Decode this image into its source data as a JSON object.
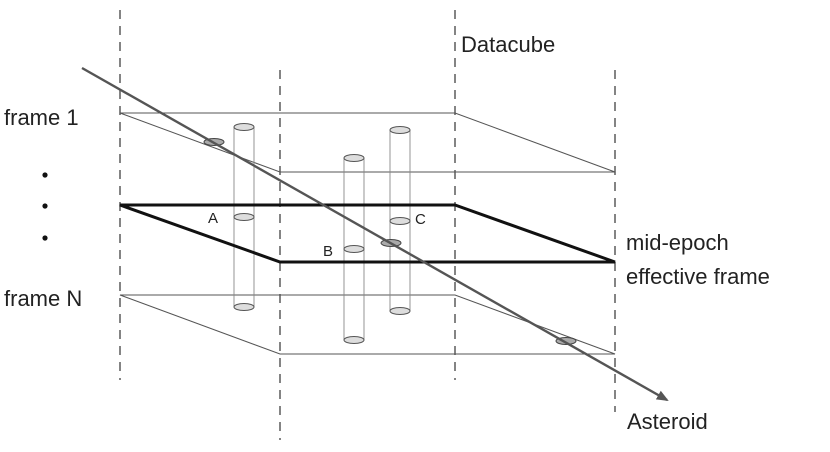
{
  "labels": {
    "datacube": "Datacube",
    "frame_first": "frame 1",
    "frame_last": "frame N",
    "mid_epoch_line1": "mid-epoch",
    "mid_epoch_line2": "effective frame",
    "asteroid": "Asteroid",
    "point_a": "A",
    "point_b": "B",
    "point_c": "C"
  },
  "colors": {
    "thin_line": "#555555",
    "thick_line": "#111111",
    "dashed_line": "#666666",
    "asteroid_track": "#555555",
    "ellipse_fill": "#dddddd"
  }
}
